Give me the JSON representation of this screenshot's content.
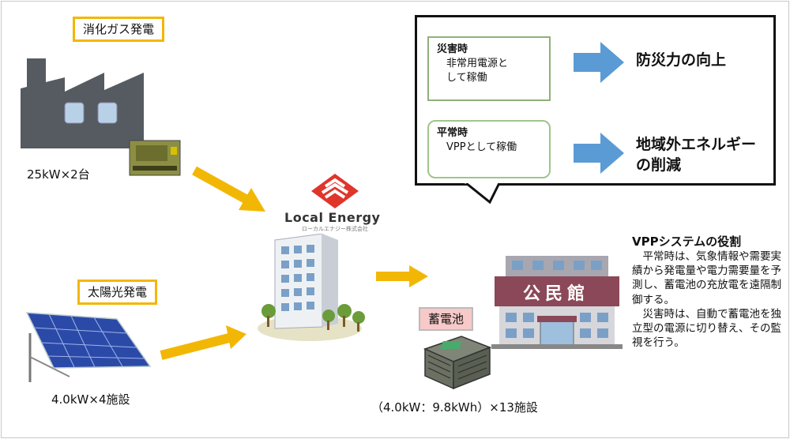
{
  "sources": {
    "biogas": {
      "tag": "消化ガス発電",
      "capacity": "25kW×2台"
    },
    "solar": {
      "tag": "太陽光発電",
      "capacity": "4.0kW×4施設"
    }
  },
  "company": {
    "name": "Local Energy",
    "subtitle": "ローカルエナジー株式会社"
  },
  "storage": {
    "tag": "蓄電池",
    "capacity": "（4.0kW：9.8kWh）×13施設"
  },
  "community_center": {
    "sign": "公民館"
  },
  "info_box": {
    "disaster": {
      "title": "災害時",
      "line1": "非常用電源と",
      "line2": "して稼働",
      "result": "防災力の向上"
    },
    "normal": {
      "title": "平常時",
      "line1": "VPPとして稼働",
      "result_line1": "地域外エネルギー",
      "result_line2": "の削減"
    }
  },
  "vpp_role": {
    "title": "VPPシステムの役割",
    "para1": "平常時は、気象情報や需要実績から発電量や電力需要量を予測し、蓄電池の充放電を遠隔制御する。",
    "para2": "災害時は、自動で蓄電池を独立型の電源に切り替え、その監視を行う。"
  },
  "colors": {
    "arrow": "#f2b705",
    "blue_arrow": "#5b9bd5",
    "tag_border": "#f2b705",
    "logo_red": "#e0352b",
    "box_border": "#8fb07a"
  }
}
